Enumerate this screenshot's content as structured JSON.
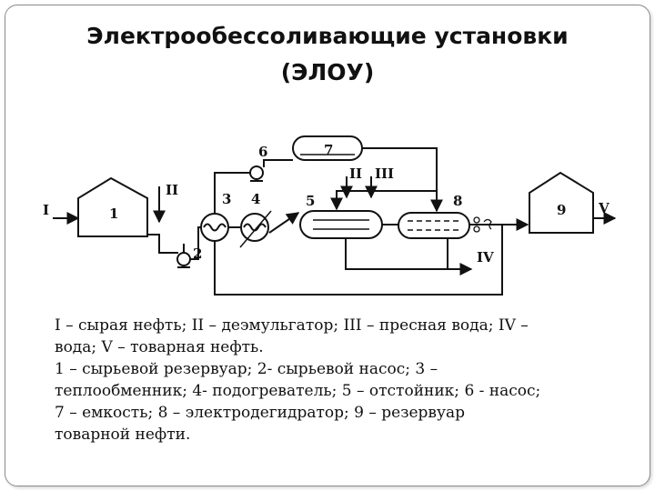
{
  "slide": {
    "title_line1": "Электрообессоливающие установки",
    "title_line2": "(ЭЛОУ)"
  },
  "diagram": {
    "labels": {
      "feed_I": "I",
      "tank_1": "1",
      "demulsifier_II": "II",
      "pump_2": "2",
      "exchanger_3": "3",
      "heater_4": "4",
      "settler_5": "5",
      "pump_6": "6",
      "vessel_7": "7",
      "water_II": "II",
      "water_III": "III",
      "dehydrator_8": "8",
      "outlet_IV": "IV",
      "tank_9": "9",
      "product_V": "V"
    }
  },
  "caption": {
    "line1": "I – сырая нефть; II – деэмульгатор; III – пресная вода; IV –",
    "line2": "вода; V – товарная нефть.",
    "line3": "1 – сырьевой резервуар; 2- сырьевой насос; 3 –",
    "line4": "теплообменник; 4- подогреватель; 5 – отстойник; 6 - насос;",
    "line5": "7 – емкость;  8 – электродегидратор; 9 – резервуар",
    "line6": "товарной нефти."
  }
}
